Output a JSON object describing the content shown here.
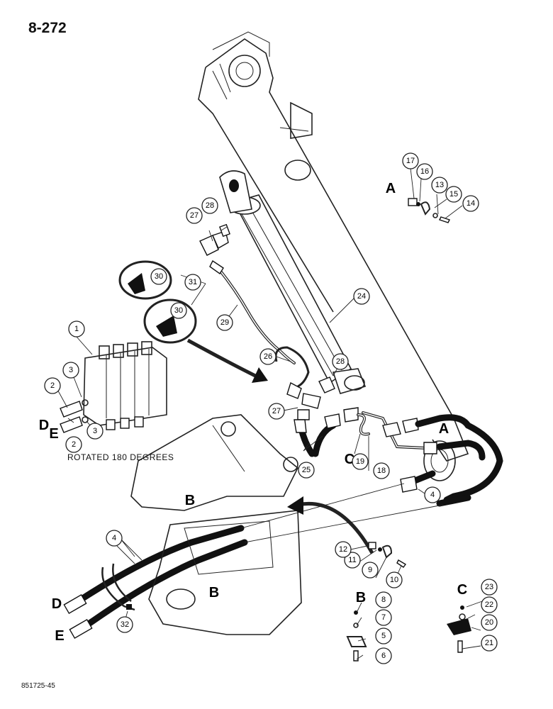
{
  "page_number": "8-272",
  "footer_code": "851725-45",
  "notes": {
    "rotated": "ROTATED 180 DEGREES"
  },
  "letters": {
    "A": "A",
    "B": "B",
    "C": "C",
    "D": "D",
    "E": "E"
  },
  "callouts": {
    "c1": "1",
    "c2": "2",
    "c3": "3",
    "c4": "4",
    "c5": "5",
    "c6": "6",
    "c7": "7",
    "c8": "8",
    "c9": "9",
    "c10": "10",
    "c11": "11",
    "c12": "12",
    "c13": "13",
    "c14": "14",
    "c15": "15",
    "c16": "16",
    "c17": "17",
    "c18": "18",
    "c19": "19",
    "c20": "20",
    "c21": "21",
    "c22": "22",
    "c23": "23",
    "c24": "24",
    "c25": "25",
    "c26": "26",
    "c27": "27",
    "c28": "28",
    "c29": "29",
    "c30": "30",
    "c31": "31",
    "c32": "32"
  }
}
